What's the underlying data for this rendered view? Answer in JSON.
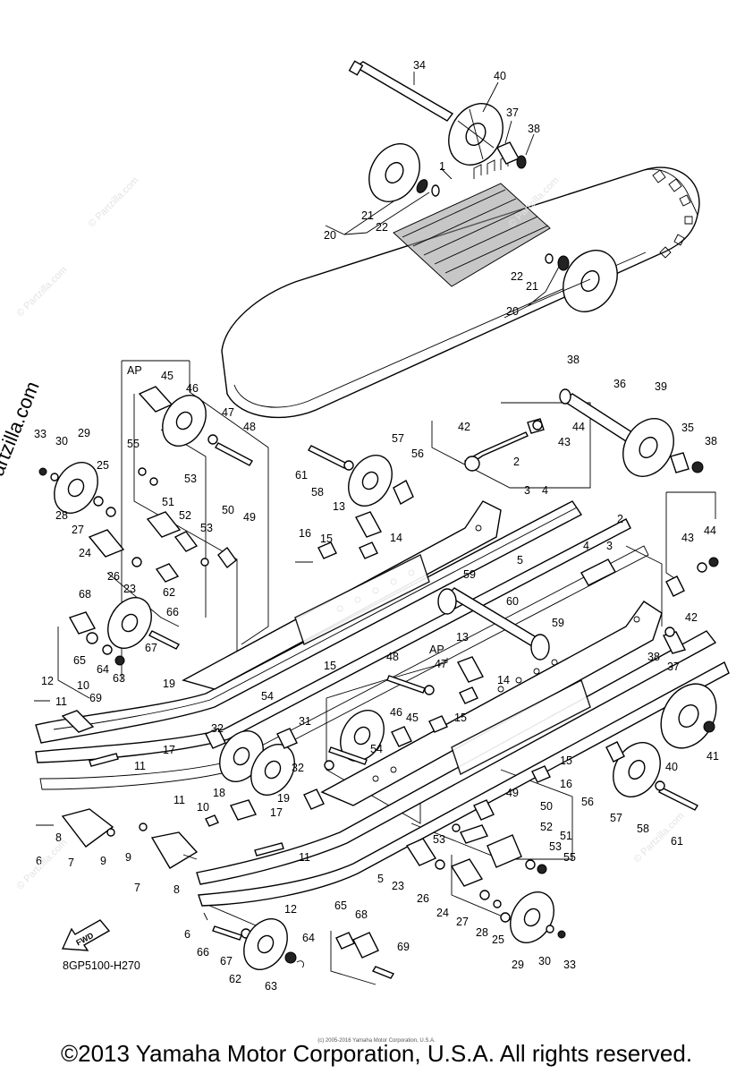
{
  "watermark": "© Partzilla.com",
  "faint_watermark": "© Partzilla.com",
  "diagram_code": "8GP5100-H270",
  "fwd_label": "FWD",
  "ap_label": "AP",
  "copyright": "©2013 Yamaha Motor Corporation, U.S.A. All rights reserved.",
  "small_copyright": "(c) 2005-2016 Yamaha Motor Corporation, U.S.A.",
  "callouts": [
    {
      "id": "c34",
      "text": "34"
    },
    {
      "id": "c40a",
      "text": "40"
    },
    {
      "id": "c37a",
      "text": "37"
    },
    {
      "id": "c38a",
      "text": "38"
    },
    {
      "id": "c1",
      "text": "1"
    },
    {
      "id": "c21a",
      "text": "21"
    },
    {
      "id": "c22a",
      "text": "22"
    },
    {
      "id": "c20a",
      "text": "20"
    },
    {
      "id": "c22b",
      "text": "22"
    },
    {
      "id": "c21b",
      "text": "21"
    },
    {
      "id": "c20b",
      "text": "20"
    },
    {
      "id": "c45a",
      "text": "45"
    },
    {
      "id": "c46a",
      "text": "46"
    },
    {
      "id": "c47a",
      "text": "47"
    },
    {
      "id": "c48a",
      "text": "48"
    },
    {
      "id": "c33a",
      "text": "33"
    },
    {
      "id": "c30a",
      "text": "30"
    },
    {
      "id": "c29a",
      "text": "29"
    },
    {
      "id": "c25a",
      "text": "25"
    },
    {
      "id": "c28a",
      "text": "28"
    },
    {
      "id": "c27a",
      "text": "27"
    },
    {
      "id": "c55a",
      "text": "55"
    },
    {
      "id": "c53a",
      "text": "53"
    },
    {
      "id": "c51a",
      "text": "51"
    },
    {
      "id": "c52a",
      "text": "52"
    },
    {
      "id": "c53b",
      "text": "53"
    },
    {
      "id": "c50a",
      "text": "50"
    },
    {
      "id": "c49a",
      "text": "49"
    },
    {
      "id": "c24a",
      "text": "24"
    },
    {
      "id": "c26a",
      "text": "26"
    },
    {
      "id": "c23a",
      "text": "23"
    },
    {
      "id": "c62a",
      "text": "62"
    },
    {
      "id": "c68a",
      "text": "68"
    },
    {
      "id": "c66a",
      "text": "66"
    },
    {
      "id": "c67a",
      "text": "67"
    },
    {
      "id": "c65a",
      "text": "65"
    },
    {
      "id": "c64a",
      "text": "64"
    },
    {
      "id": "c63a",
      "text": "63"
    },
    {
      "id": "c38b",
      "text": "38"
    },
    {
      "id": "c36",
      "text": "36"
    },
    {
      "id": "c39",
      "text": "39"
    },
    {
      "id": "c42a",
      "text": "42"
    },
    {
      "id": "c44a",
      "text": "44"
    },
    {
      "id": "c43a",
      "text": "43"
    },
    {
      "id": "c35",
      "text": "35"
    },
    {
      "id": "c38c",
      "text": "38"
    },
    {
      "id": "c57a",
      "text": "57"
    },
    {
      "id": "c56a",
      "text": "56"
    },
    {
      "id": "c61a",
      "text": "61"
    },
    {
      "id": "c58a",
      "text": "58"
    },
    {
      "id": "c13a",
      "text": "13"
    },
    {
      "id": "c16a",
      "text": "16"
    },
    {
      "id": "c15a",
      "text": "15"
    },
    {
      "id": "c14a",
      "text": "14"
    },
    {
      "id": "c2a",
      "text": "2"
    },
    {
      "id": "c3a",
      "text": "3"
    },
    {
      "id": "c4a",
      "text": "4"
    },
    {
      "id": "c5a",
      "text": "5"
    },
    {
      "id": "c59a",
      "text": "59"
    },
    {
      "id": "c60",
      "text": "60"
    },
    {
      "id": "c59b",
      "text": "59"
    },
    {
      "id": "c2b",
      "text": "2"
    },
    {
      "id": "c4b",
      "text": "4"
    },
    {
      "id": "c3b",
      "text": "3"
    },
    {
      "id": "c43b",
      "text": "43"
    },
    {
      "id": "c44b",
      "text": "44"
    },
    {
      "id": "c42b",
      "text": "42"
    },
    {
      "id": "c38d",
      "text": "38"
    },
    {
      "id": "c37b",
      "text": "37"
    },
    {
      "id": "c40b",
      "text": "40"
    },
    {
      "id": "c41",
      "text": "41"
    },
    {
      "id": "c12a",
      "text": "12"
    },
    {
      "id": "c11a",
      "text": "11"
    },
    {
      "id": "c10a",
      "text": "10"
    },
    {
      "id": "c69a",
      "text": "69"
    },
    {
      "id": "c19a",
      "text": "19"
    },
    {
      "id": "c54a",
      "text": "54"
    },
    {
      "id": "c15b",
      "text": "15"
    },
    {
      "id": "c13b",
      "text": "13"
    },
    {
      "id": "c14b",
      "text": "14"
    },
    {
      "id": "c48b",
      "text": "48"
    },
    {
      "id": "c47b",
      "text": "47"
    },
    {
      "id": "c31",
      "text": "31"
    },
    {
      "id": "c32a",
      "text": "32"
    },
    {
      "id": "c17a",
      "text": "17"
    },
    {
      "id": "c11b",
      "text": "11"
    },
    {
      "id": "c46b",
      "text": "46"
    },
    {
      "id": "c45b",
      "text": "45"
    },
    {
      "id": "c15c",
      "text": "15"
    },
    {
      "id": "c54b",
      "text": "54"
    },
    {
      "id": "c18",
      "text": "18"
    },
    {
      "id": "c32b",
      "text": "32"
    },
    {
      "id": "c19b",
      "text": "19"
    },
    {
      "id": "c17b",
      "text": "17"
    },
    {
      "id": "c15d",
      "text": "15"
    },
    {
      "id": "c16b",
      "text": "16"
    },
    {
      "id": "c56b",
      "text": "56"
    },
    {
      "id": "c57b",
      "text": "57"
    },
    {
      "id": "c58b",
      "text": "58"
    },
    {
      "id": "c61b",
      "text": "61"
    },
    {
      "id": "c6a",
      "text": "6"
    },
    {
      "id": "c8a",
      "text": "8"
    },
    {
      "id": "c7a",
      "text": "7"
    },
    {
      "id": "c9a",
      "text": "9"
    },
    {
      "id": "c11c",
      "text": "11"
    },
    {
      "id": "c10b",
      "text": "10"
    },
    {
      "id": "c9b",
      "text": "9"
    },
    {
      "id": "c7b",
      "text": "7"
    },
    {
      "id": "c8b",
      "text": "8"
    },
    {
      "id": "c11d",
      "text": "11"
    },
    {
      "id": "c5b",
      "text": "5"
    },
    {
      "id": "c49b",
      "text": "49"
    },
    {
      "id": "c50b",
      "text": "50"
    },
    {
      "id": "c52b",
      "text": "52"
    },
    {
      "id": "c51b",
      "text": "51"
    },
    {
      "id": "c53c",
      "text": "53"
    },
    {
      "id": "c53d",
      "text": "53"
    },
    {
      "id": "c55b",
      "text": "55"
    },
    {
      "id": "c23b",
      "text": "23"
    },
    {
      "id": "c26b",
      "text": "26"
    },
    {
      "id": "c24b",
      "text": "24"
    },
    {
      "id": "c27b",
      "text": "27"
    },
    {
      "id": "c28b",
      "text": "28"
    },
    {
      "id": "c25b",
      "text": "25"
    },
    {
      "id": "c29b",
      "text": "29"
    },
    {
      "id": "c30b",
      "text": "30"
    },
    {
      "id": "c33b",
      "text": "33"
    },
    {
      "id": "c12b",
      "text": "12"
    },
    {
      "id": "c65b",
      "text": "65"
    },
    {
      "id": "c68b",
      "text": "68"
    },
    {
      "id": "c6b",
      "text": "6"
    },
    {
      "id": "c66b",
      "text": "66"
    },
    {
      "id": "c67b",
      "text": "67"
    },
    {
      "id": "c64b",
      "text": "64"
    },
    {
      "id": "c62b",
      "text": "62"
    },
    {
      "id": "c63b",
      "text": "63"
    },
    {
      "id": "c69b",
      "text": "69"
    }
  ]
}
